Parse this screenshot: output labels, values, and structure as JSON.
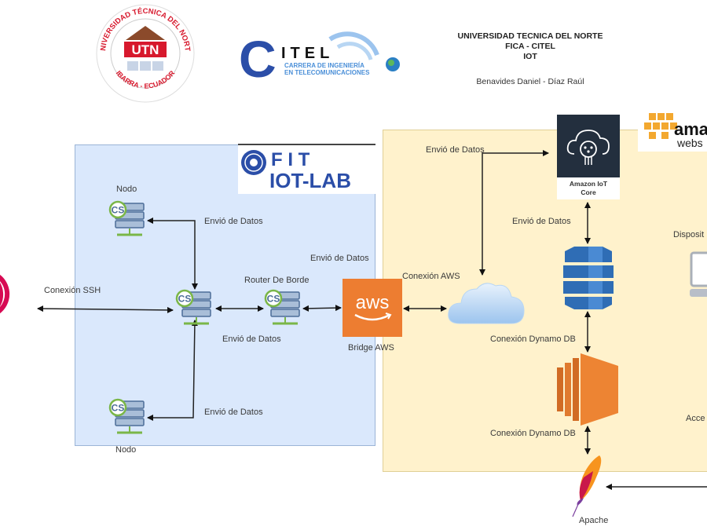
{
  "header": {
    "lines": [
      "UNIVERSIDAD TECNICA DEL NORTE",
      "FICA - CITEL",
      "IOT"
    ],
    "authors": "Benavides Daniel - Díaz Raúl"
  },
  "logos": {
    "utn": {
      "ring_top": "UNIVERSIDAD TÉCNICA DEL NORTE",
      "center": "UTN",
      "ring_bottom": "IBARRA - ECUADOR"
    },
    "citel": {
      "title": "CITEL",
      "subtitle_1": "CARRERA DE INGENIERÍA",
      "subtitle_2": "EN TELECOMUNICACIONES"
    },
    "fit": {
      "line1": "F I T",
      "line2": "IOT-LAB"
    },
    "aws_web": {
      "line1": "ama",
      "line2": "webs"
    }
  },
  "nodes": {
    "nodo_top": "Nodo",
    "nodo_bottom": "Nodo",
    "router": "Router De Borde",
    "bridge": "Bridge AWS",
    "bridge_logo": "aws",
    "iot_core_1": "Amazon IoT",
    "iot_core_2": "Core",
    "apache": "Apache",
    "device_partial": "Disposit",
    "access_partial": "Acce"
  },
  "edges": {
    "ssh": "Conexión SSH",
    "envio_top": "Envió de Datos",
    "envio_mid": "Envió de Datos",
    "envio_bottom": "Envió de Datos",
    "envio_router": "Envió de Datos",
    "conexion_aws": "Conexión AWS",
    "envio_cloud": "Envió de Datos",
    "envio_iot": "Envió de Datos",
    "dynamo_1": "Conexión Dynamo DB",
    "dynamo_2": "Conexión Dynamo DB"
  },
  "colors": {
    "fit_zone": "#dae8fc",
    "aws_zone": "#fff2cc",
    "aws_orange": "#ed7d31",
    "dynamo_blue": "#2f6db5",
    "iot_dark": "#232f3e",
    "server_green": "#7ab648"
  }
}
